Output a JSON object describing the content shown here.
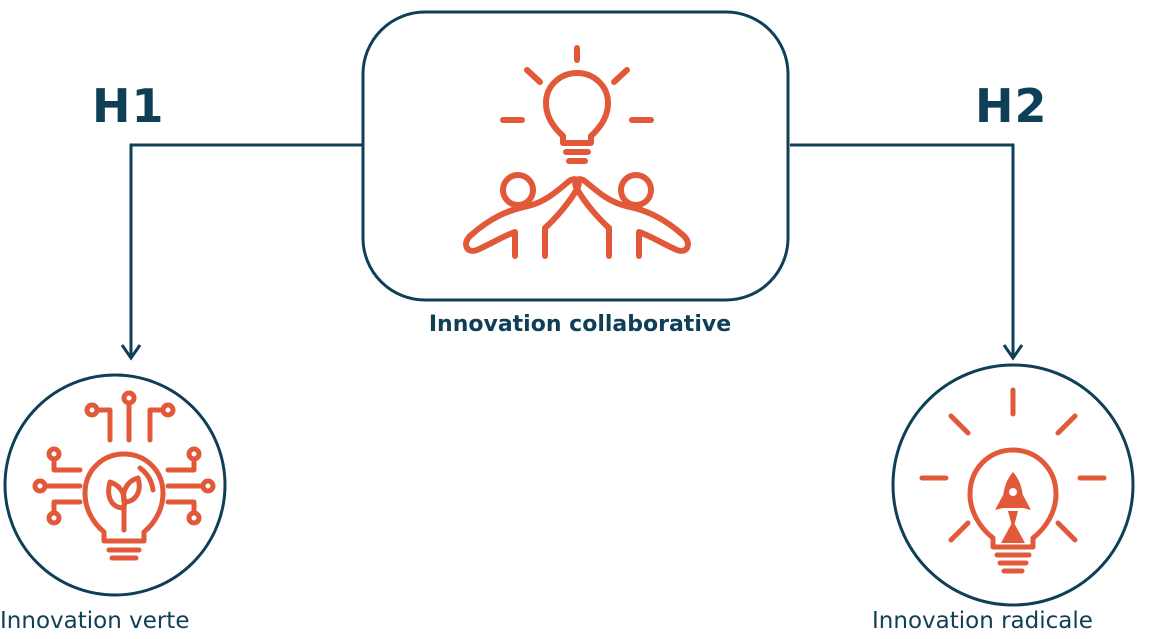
{
  "colors": {
    "navy": "#0f3f57",
    "accent": "#e2593a"
  },
  "hypotheses": {
    "h1": "H1",
    "h2": "H2"
  },
  "nodes": {
    "center": {
      "caption": "Innovation collaborative",
      "icon": "collaboration-lightbulb-icon"
    },
    "left": {
      "caption": "Innovation verte",
      "icon": "green-lightbulb-circuit-icon"
    },
    "right": {
      "caption": "Innovation radicale",
      "icon": "rocket-lightbulb-icon"
    }
  }
}
